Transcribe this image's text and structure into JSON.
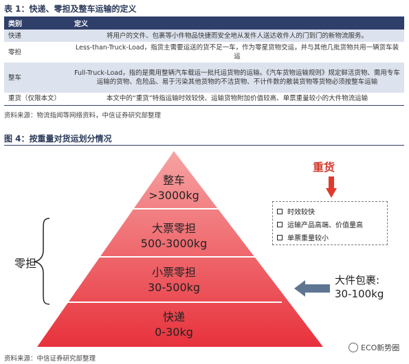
{
  "table": {
    "title": "表 1：快递、零担及整车运输的定义",
    "headers": [
      "类别",
      "定义"
    ],
    "rows": [
      {
        "category": "快递",
        "definition": "将用户的文件、包裹等小件物品快捷而安全地从发件人送达收件人的门到门的新物流服务。"
      },
      {
        "category": "零担",
        "definition": "Less-than-Truck-Load，指货主需要运送的货不足一车，作为零星货物交运，并与其他几批货物共用一辆货车装运"
      },
      {
        "category": "整车",
        "definition": "Full-Truck-Load，指的是需用整辆汽车载运一批托运货物的运输。《汽车货物运输规则》规定鲜活货物、需用专车运输的货物、危险品、易于污染其他货物的不洁货物、不计件数的散装货物等货物必须按整车运输"
      },
      {
        "category": "重货（仅限本文）",
        "definition": "本文中的“重货”特指运输时效较快、运输货物附加价值较高、单票重量较小的大件物流运输"
      }
    ],
    "source": "资料来源：物流指闻等网络资料，中信证券研究部整理"
  },
  "figure": {
    "title": "图 4：按重量对货运划分情况",
    "levels": [
      {
        "name": "整车",
        "range": ">3000kg"
      },
      {
        "name": "大票零担",
        "range": "500-3000kg"
      },
      {
        "name": "小票零担",
        "range": "30-500kg"
      },
      {
        "name": "快递",
        "range": "0-30kg"
      }
    ],
    "brace_label": "零担",
    "heavy_label": "重货",
    "heavy_features": [
      "时效较快",
      "运输产品高端、价值量高",
      "单票重量较小"
    ],
    "parcel_label": "大件包裹:",
    "parcel_range": "30-100kg",
    "source": "资料来源：中信证券研究部整理",
    "watermark": "ECO新势圈",
    "colors": {
      "pyramid_top": "#f6a3a3",
      "pyramid_bottom": "#e8323c",
      "red_arrow": "#e03a2c",
      "grey_arrow": "#5f7693",
      "header_bg": "#2f3f6a"
    }
  }
}
